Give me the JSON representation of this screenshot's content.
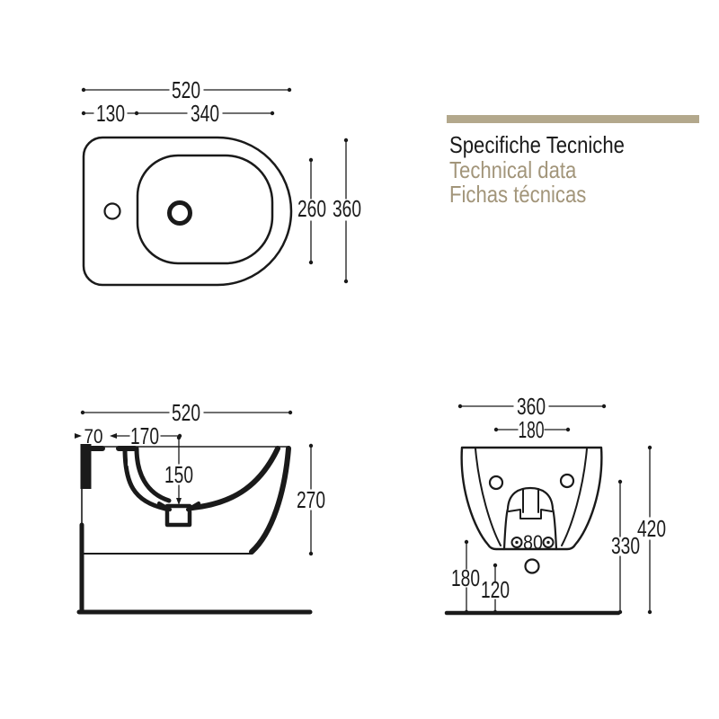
{
  "colors": {
    "line": "#1a1a1a",
    "accent_bar": "#b3a88c",
    "muted_text": "#a2957a",
    "background": "#ffffff"
  },
  "header": {
    "title_italian": "Specifiche Tecniche",
    "title_english": "Technical data",
    "title_spanish": "Fichas técnicas"
  },
  "views": {
    "top": {
      "overall_width": "520",
      "tap_offset": "130",
      "basin_width": "340",
      "basin_depth": "260",
      "overall_depth": "360"
    },
    "side": {
      "overall_length": "520",
      "wall_gap": "70",
      "rim_to_drain": "170",
      "drain_depth": "150",
      "body_height": "270"
    },
    "rear": {
      "overall_width": "360",
      "base_width": "180",
      "bolt_spacing": "80",
      "overall_height": "420",
      "holes_height": "330",
      "bolt_height": "180",
      "drain_height": "120"
    }
  }
}
